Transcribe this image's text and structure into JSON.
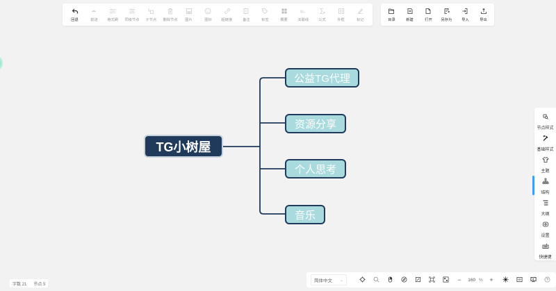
{
  "toolbar_left": [
    {
      "label": "回退",
      "icon": "undo-icon",
      "enabled": true
    },
    {
      "label": "前进",
      "icon": "redo-icon",
      "enabled": false
    },
    {
      "label": "格式刷",
      "icon": "format-brush-icon",
      "enabled": false
    },
    {
      "label": "同级节点",
      "icon": "sibling-node-icon",
      "enabled": false
    },
    {
      "label": "子节点",
      "icon": "child-node-icon",
      "enabled": false
    },
    {
      "label": "删除节点",
      "icon": "delete-node-icon",
      "enabled": false
    },
    {
      "label": "图片",
      "icon": "image-icon",
      "enabled": false
    },
    {
      "label": "图标",
      "icon": "emoji-icon",
      "enabled": false
    },
    {
      "label": "超链接",
      "icon": "link-icon",
      "enabled": false
    },
    {
      "label": "备注",
      "icon": "note-icon",
      "enabled": false
    },
    {
      "label": "标签",
      "icon": "tag-icon",
      "enabled": false
    },
    {
      "label": "概要",
      "icon": "summary-icon",
      "enabled": false
    },
    {
      "label": "关联线",
      "icon": "association-line-icon",
      "enabled": false
    },
    {
      "label": "公式",
      "icon": "formula-icon",
      "enabled": false
    },
    {
      "label": "外框",
      "icon": "frame-icon",
      "enabled": false
    },
    {
      "label": "标记",
      "icon": "marker-icon",
      "enabled": false
    }
  ],
  "toolbar_right": [
    {
      "label": "目录",
      "icon": "directory-icon"
    },
    {
      "label": "新建",
      "icon": "new-file-icon"
    },
    {
      "label": "打开",
      "icon": "open-file-icon"
    },
    {
      "label": "另存为",
      "icon": "save-as-icon"
    },
    {
      "label": "导入",
      "icon": "import-icon"
    },
    {
      "label": "导出",
      "icon": "export-icon"
    }
  ],
  "mindmap": {
    "root": {
      "text": "TG小树屋",
      "fill": "#1f3a5a",
      "color": "#ffffff"
    },
    "children": [
      {
        "text": "公益TG代理"
      },
      {
        "text": "资源分享"
      },
      {
        "text": "个人思考"
      },
      {
        "text": "音乐"
      }
    ],
    "child_fill": "#a8dade",
    "line_color": "#1f3a5a"
  },
  "sidebar": {
    "items": [
      {
        "label": "节点样式",
        "icon": "node-style-icon"
      },
      {
        "label": "基础样式",
        "icon": "base-style-icon"
      },
      {
        "label": "主题",
        "icon": "theme-icon"
      },
      {
        "label": "结构",
        "icon": "structure-icon",
        "active": true
      },
      {
        "label": "大纲",
        "icon": "outline-icon"
      },
      {
        "label": "设置",
        "icon": "settings-icon"
      },
      {
        "label": "快捷键",
        "icon": "keyboard-icon"
      }
    ],
    "accent": "#409eff"
  },
  "bottom_bar": {
    "language": "简体中文",
    "zoom_value": "160",
    "zoom_unit": "%",
    "zoom_out": "−",
    "zoom_in": "+"
  },
  "stats": {
    "word_count_label": "字数",
    "word_count": "21",
    "node_count_label": "节点",
    "node_count": "5"
  }
}
